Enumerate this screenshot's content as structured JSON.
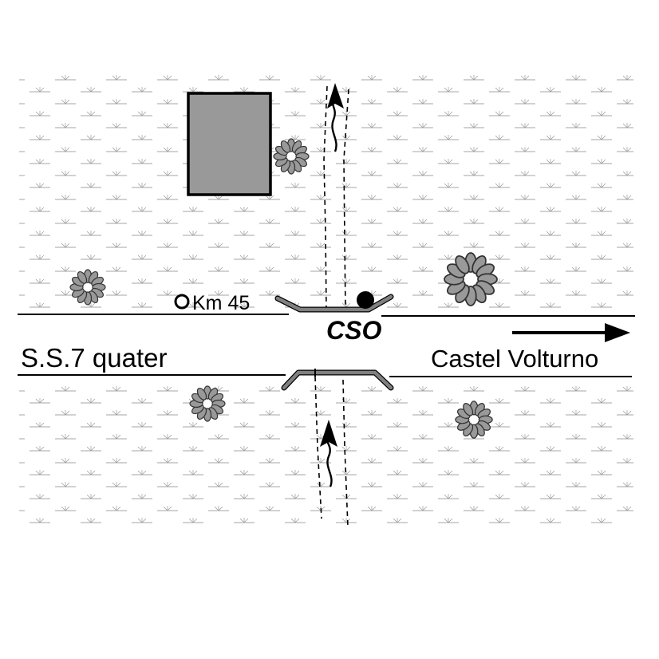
{
  "labels": {
    "road_name": "S.S.7 quater",
    "direction": "Castel Volturno",
    "km_marker": "Km 45",
    "station": "CSO"
  },
  "colors": {
    "building": "#999999",
    "bridge": "#808080",
    "vegetation": "#9a9a9a",
    "road_line": "#000000"
  },
  "icons": {
    "km_marker": "circle-outline-icon",
    "station": "filled-dot-icon",
    "flow": "wavy-arrow-icon",
    "direction": "right-arrow-icon",
    "tree": "tree-cluster-icon",
    "marsh": "marsh-grass-icon"
  }
}
